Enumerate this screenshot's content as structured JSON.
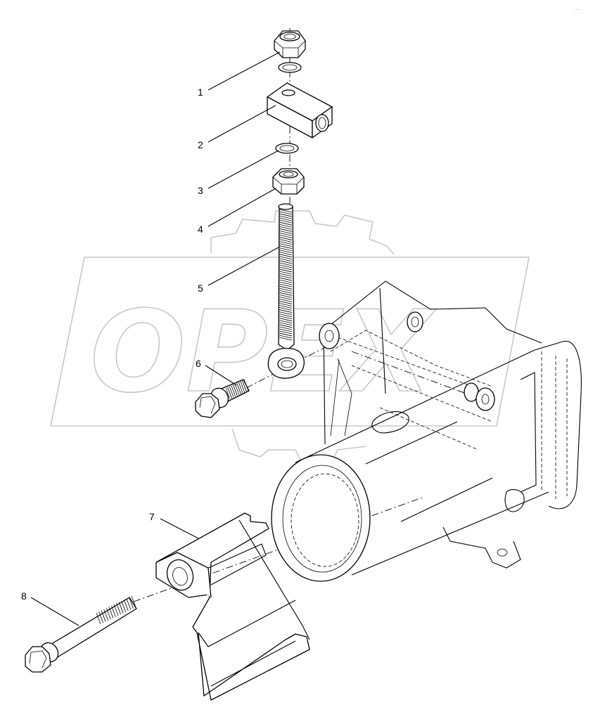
{
  "diagram": {
    "callouts": [
      {
        "id": "1",
        "label": "1"
      },
      {
        "id": "2",
        "label": "2"
      },
      {
        "id": "3",
        "label": "3"
      },
      {
        "id": "4",
        "label": "4"
      },
      {
        "id": "5",
        "label": "5"
      },
      {
        "id": "6",
        "label": "6"
      },
      {
        "id": "7",
        "label": "7"
      },
      {
        "id": "8",
        "label": "8"
      }
    ],
    "watermark": "OPEX",
    "corner_mark": "_ _"
  }
}
